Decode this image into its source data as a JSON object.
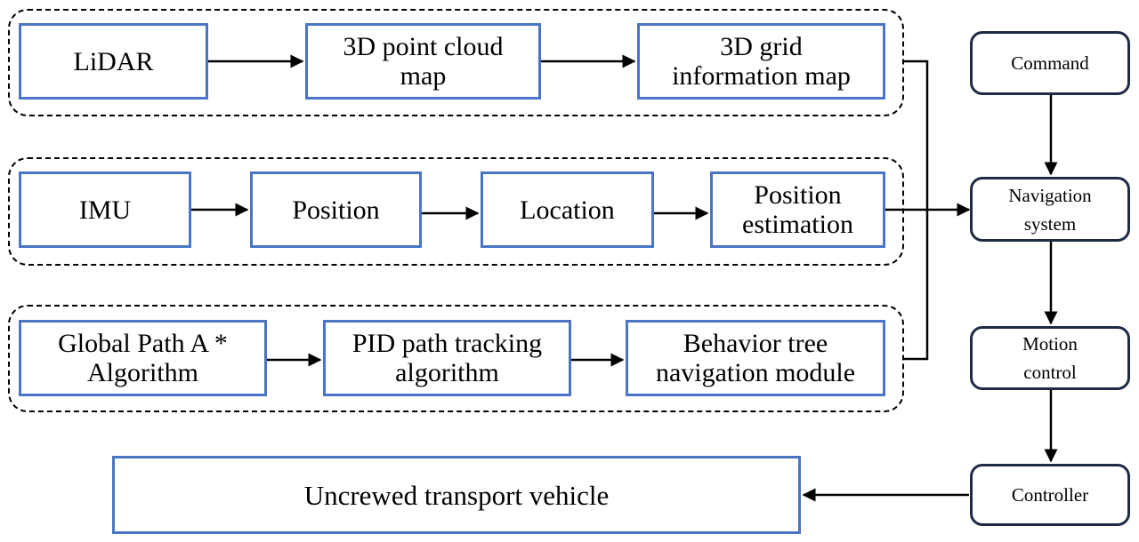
{
  "groups": {
    "lidar_chain": [
      "LiDAR",
      "3D point cloud\nmap",
      "3D grid\ninformation map"
    ],
    "imu_chain": [
      "IMU",
      "Position",
      "Location",
      "Position\nestimation"
    ],
    "path_chain": [
      "Global Path A *\nAlgorithm",
      "PID path tracking\nalgorithm",
      "Behavior tree\nnavigation module"
    ]
  },
  "control": {
    "command": "Command",
    "navigation": "Navigation\nsystem",
    "motion": "Motion\ncontrol",
    "controller": "Controller"
  },
  "vehicle": "Uncrewed transport vehicle"
}
